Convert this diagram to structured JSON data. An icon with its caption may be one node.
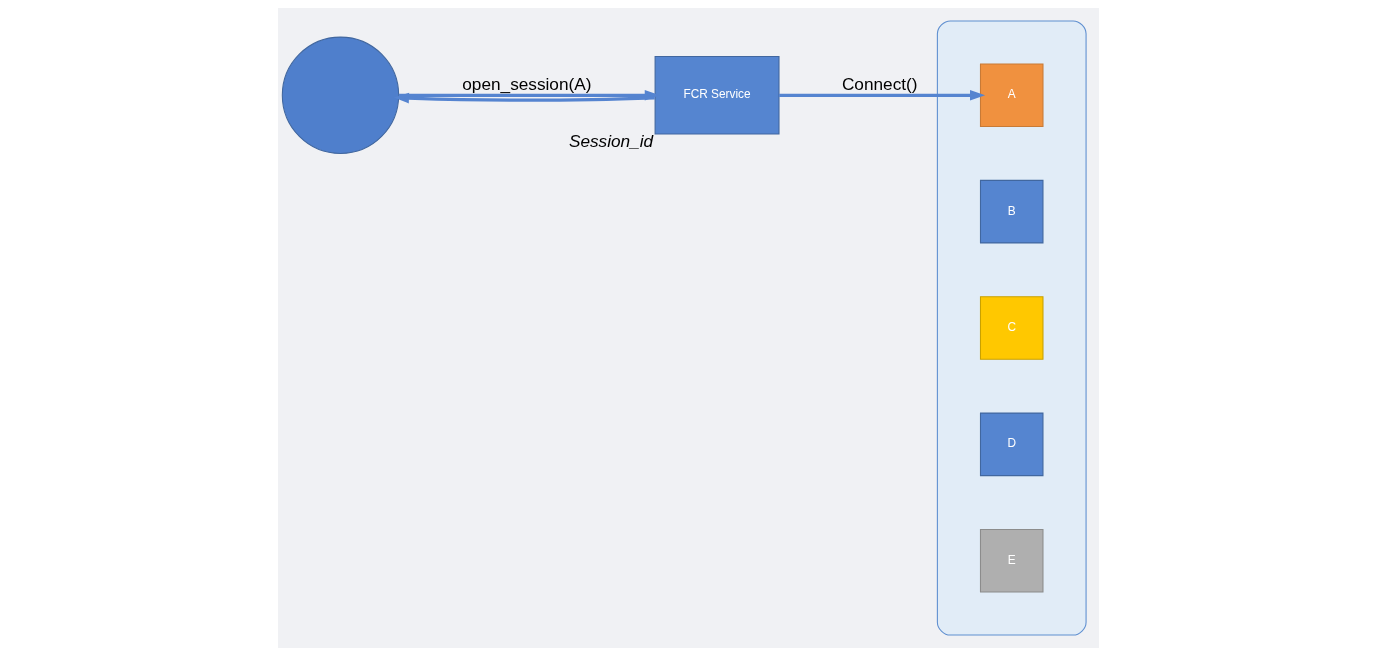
{
  "diagram": {
    "nodes": [
      {
        "text": [],
        "shape": "circle"
      },
      {
        "text": [
          "FCR Service"
        ],
        "beside": [
          "Session_id"
        ]
      },
      {
        "text": [],
        "shape": "cloud"
      },
      {
        "text": [
          "A"
        ],
        "in": 2
      },
      {
        "text": [
          "B"
        ],
        "in": 2
      },
      {
        "text": [
          "C"
        ],
        "in": 2
      },
      {
        "text": [
          "D"
        ],
        "in": 2
      },
      {
        "text": [
          "E"
        ],
        "in": 2
      }
    ],
    "edges": [
      {
        "from": 0,
        "to": 1,
        "arrow": "to",
        "label": "open_session(A)"
      },
      {
        "from": 1,
        "to": 0,
        "arrow": "to"
      },
      {
        "from": 1,
        "to": 3,
        "arrow": "to",
        "label": "Connect()"
      }
    ]
  }
}
